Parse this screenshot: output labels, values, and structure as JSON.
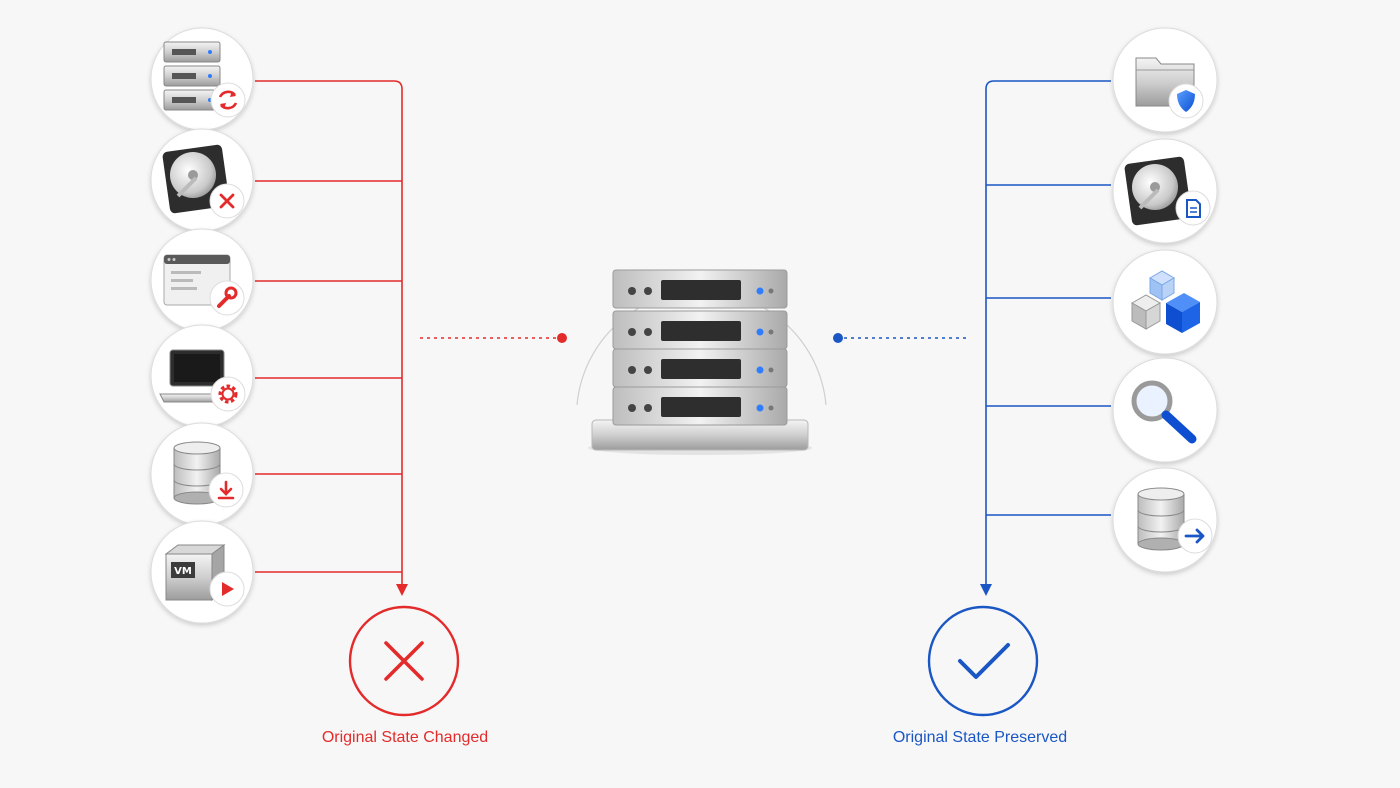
{
  "diagram": {
    "left": {
      "outcome_label": "Original State Changed",
      "outcome_icon": "x-icon",
      "color": "#e32b2b",
      "items": [
        {
          "icon": "server-stack-refresh-icon",
          "badge": "refresh-icon"
        },
        {
          "icon": "hard-drive-delete-icon",
          "badge": "x-icon"
        },
        {
          "icon": "application-window-repair-icon",
          "badge": "wrench-icon"
        },
        {
          "icon": "laptop-settings-icon",
          "badge": "gear-icon"
        },
        {
          "icon": "database-download-icon",
          "badge": "download-icon"
        },
        {
          "icon": "virtual-machine-run-icon",
          "badge": "play-icon",
          "text": "VM"
        }
      ]
    },
    "right": {
      "outcome_label": "Original State Preserved",
      "outcome_icon": "checkmark-icon",
      "color": "#1a56c4",
      "items": [
        {
          "icon": "folder-shield-icon",
          "badge": "shield-icon"
        },
        {
          "icon": "hard-drive-document-icon",
          "badge": "document-icon"
        },
        {
          "icon": "cubes-icon"
        },
        {
          "icon": "magnifier-icon"
        },
        {
          "icon": "database-export-icon",
          "badge": "arrow-right-icon"
        }
      ]
    },
    "center": {
      "icon": "server-rack-icon",
      "units": 4
    }
  }
}
